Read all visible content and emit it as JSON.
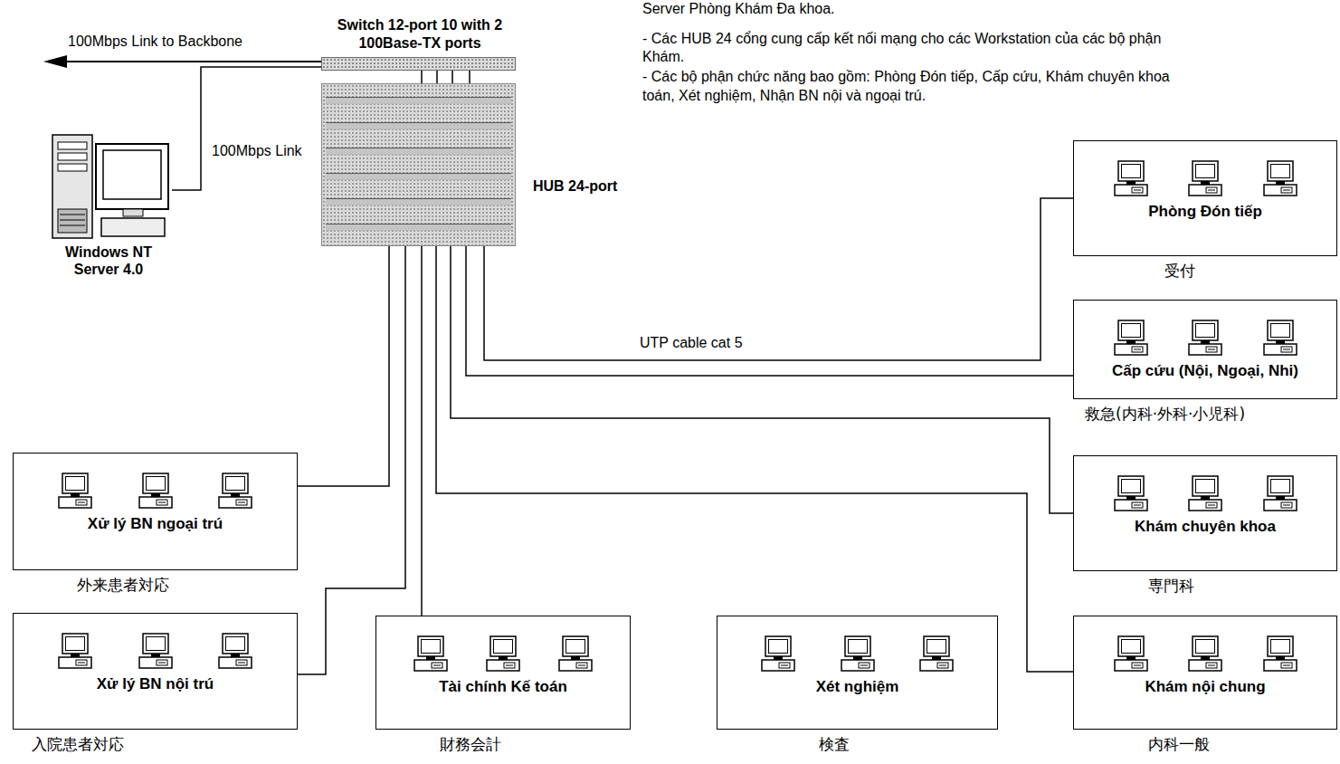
{
  "diagram": {
    "nodes": [
      {
        "text": [
          "Switch 12-port 10 with 2 100Base-TX ports"
        ]
      },
      {
        "text": [
          "HUB 24-port"
        ]
      },
      {
        "text": [
          "Windows NT Server 4.0"
        ]
      },
      {
        "text": [
          "Phòng Đón tiếp",
          "受付"
        ]
      },
      {
        "text": [
          "Cấp cứu (Nội, Ngoại, Nhi)",
          "救急(内科·外科·小児科)"
        ]
      },
      {
        "text": [
          "Xử lý BN ngoại trú",
          "外来患者対応"
        ]
      },
      {
        "text": [
          "Khám chuyên khoa",
          "専門科"
        ]
      },
      {
        "text": [
          "Xử lý BN nội trú",
          "入院患者対応"
        ]
      },
      {
        "text": [
          "Tài chính Kế toán",
          "財務会計"
        ]
      },
      {
        "text": [
          "Xét nghiệm",
          "検査"
        ]
      },
      {
        "text": [
          "Khám nội chung",
          "内科一般"
        ]
      }
    ],
    "edges": [
      {
        "from": 0,
        "to": 1,
        "arrow": "none"
      },
      {
        "from": 2,
        "to": 0,
        "label": "100Mbps Link",
        "arrow": "none"
      },
      {
        "from": 1,
        "to": 3,
        "label": "UTP cable cat 5",
        "arrow": "none"
      },
      {
        "from": 1,
        "to": 4,
        "arrow": "none"
      },
      {
        "from": 1,
        "to": 6,
        "arrow": "none"
      },
      {
        "from": 1,
        "to": 10,
        "arrow": "none"
      },
      {
        "from": 1,
        "to": 8,
        "arrow": "none"
      },
      {
        "from": 1,
        "to": 7,
        "arrow": "none"
      },
      {
        "from": 1,
        "to": 5,
        "arrow": "none"
      }
    ],
    "labels": [
      "100Mbps Link to Backbone",
      "Server Phòng Khám Đa khoa.",
      "- Các HUB 24 cổng cung cấp kết nối mạng cho các Workstation của các bộ phận",
      "Khám.",
      "- Các bộ phận chức năng bao gồm: Phòng Đón tiếp, Cấp cứu, Khám chuyên khoa",
      "toán, Xét nghiệm, Nhận BN nội và ngoại trú."
    ]
  }
}
